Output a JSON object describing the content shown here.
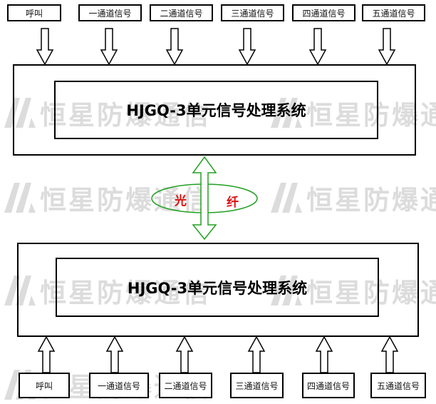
{
  "diagram": {
    "top_system": {
      "title": "HJGQ-3单元信号处理系统"
    },
    "bottom_system": {
      "title": "HJGQ-3单元信号处理系统"
    },
    "top_inputs": [
      {
        "label": "呼叫"
      },
      {
        "label": "一通道信号"
      },
      {
        "label": "二通道信号"
      },
      {
        "label": "三通道信号"
      },
      {
        "label": "四通道信号"
      },
      {
        "label": "五通道信号"
      }
    ],
    "bottom_inputs": [
      {
        "label": "呼叫"
      },
      {
        "label": "一通道信号"
      },
      {
        "label": "二通道信号"
      },
      {
        "label": "三通道信号"
      },
      {
        "label": "四通道信号"
      },
      {
        "label": "五通道信号"
      }
    ],
    "link": {
      "label_left": "光",
      "label_right": "纤"
    },
    "colors": {
      "link_arrow": "#22a022",
      "link_ellipse": "#22a022",
      "link_text": "#e01010",
      "watermark": "#dcdcdc"
    }
  },
  "watermark": {
    "text": "恒星防爆通信"
  }
}
